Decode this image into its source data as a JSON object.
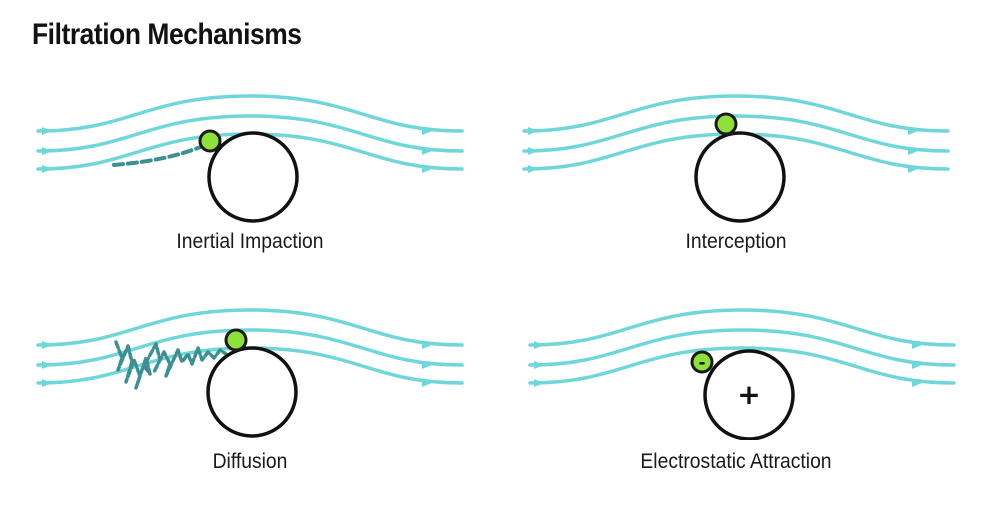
{
  "title": "Filtration Mechanisms",
  "colors": {
    "streamline": "#6fd6d9",
    "particle_fill": "#8ee03a",
    "particle_stroke": "#1a1a1a",
    "fiber_stroke": "#111111",
    "trajectory": "#3d8f92"
  },
  "panels": [
    {
      "label": "Inertial Impaction"
    },
    {
      "label": "Interception"
    },
    {
      "label": "Diffusion"
    },
    {
      "label": "Electrostatic Attraction",
      "fiber_charge": "+",
      "particle_charge": "-"
    }
  ]
}
